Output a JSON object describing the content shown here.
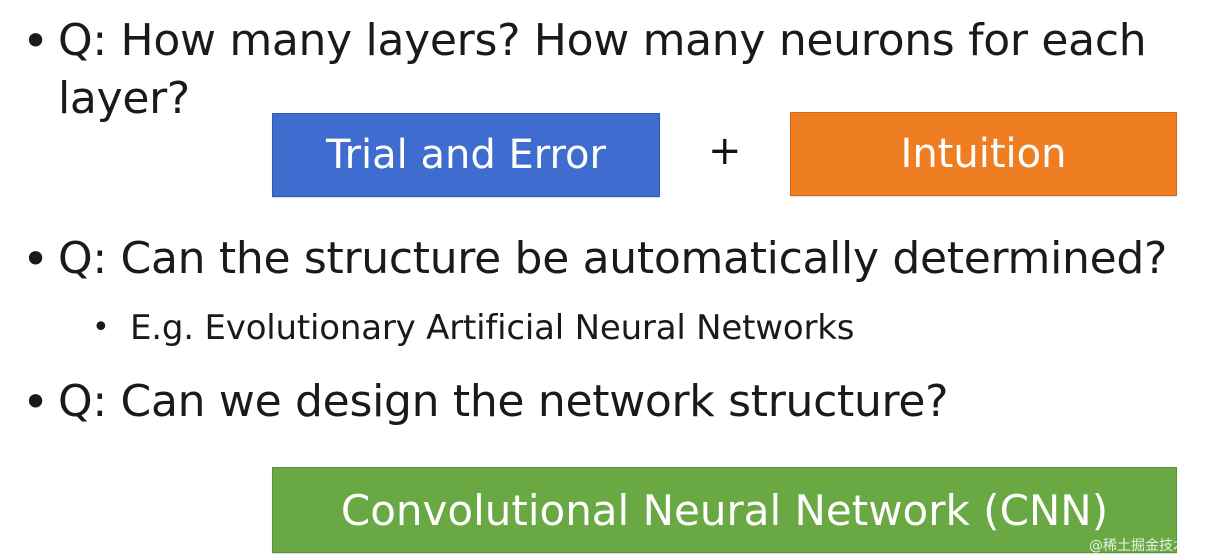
{
  "slide": {
    "q1": {
      "bullet": "•",
      "text_line1": "Q: How many layers? How many neurons for each",
      "text_line2": "layer?"
    },
    "boxes": {
      "trial": "Trial and Error",
      "plus": "+",
      "intuition": "Intuition"
    },
    "q2": {
      "bullet": "•",
      "text": "Q: Can the structure be automatically determined?"
    },
    "sub": {
      "bullet": "•",
      "text": "E.g. Evolutionary Artificial Neural Networks"
    },
    "q3": {
      "bullet": "•",
      "text": "Q: Can we design the network structure?"
    },
    "cnn": "Convolutional Neural Network (CNN)",
    "watermark": "@稀土掘金技术社区"
  },
  "colors": {
    "trial_box": "#3f6ccf",
    "intuition_box": "#ef7d22",
    "cnn_box": "#6aa844"
  }
}
